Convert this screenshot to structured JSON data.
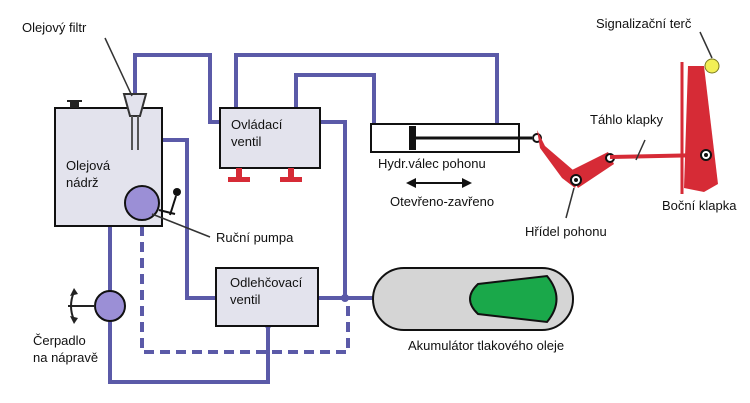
{
  "labels": {
    "oil_filter": "Olejový filtr",
    "oil_tank_1": "Olejová",
    "oil_tank_2": "nádrž",
    "hand_pump": "Ruční pumpa",
    "control_valve_1": "Ovládací",
    "control_valve_2": "ventil",
    "relief_valve_1": "Odlehčovací",
    "relief_valve_2": "ventil",
    "hydraulic_cylinder": "Hydr.válec pohonu",
    "open_close": "Otevřeno-zavřeno",
    "drive_shaft": "Hřídel pohonu",
    "signal_target": "Signalizační terč",
    "flap_rod": "Táhlo klapky",
    "side_flap": "Boční klapka",
    "axle_pump_1": "Čerpadlo",
    "axle_pump_2": "na nápravě",
    "accumulator": "Akumulátor tlakového oleje"
  },
  "colors": {
    "pipe": "#5b5aa8",
    "box_fill": "#e3e3ed",
    "mechanism": "#d62b36",
    "accumulator_inner": "#1aa84a",
    "accumulator_outer": "#d5d5d5",
    "indicator": "#f2ef55"
  },
  "icons": {
    "pump": "pump-circle-icon",
    "bulb": "signal-bulb-icon"
  }
}
